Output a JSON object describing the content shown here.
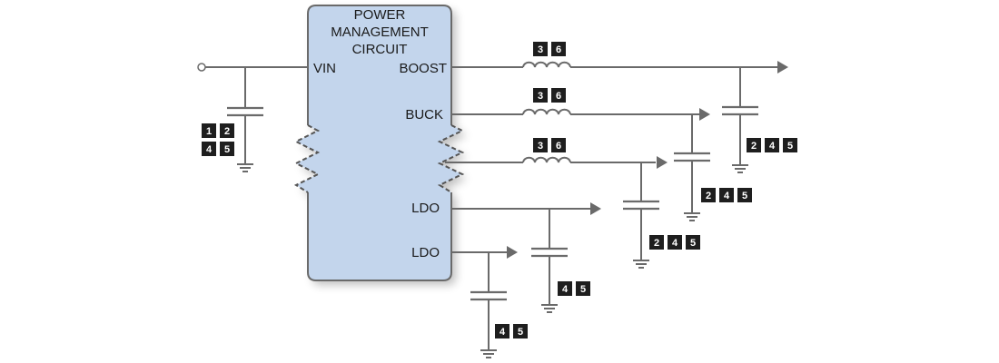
{
  "diagram": {
    "block": {
      "title_lines": [
        "POWER",
        "MANAGEMENT",
        "CIRCUIT"
      ],
      "fill_color": "#c3d5ec",
      "border_color": "#6a6a6a",
      "pins": {
        "vin": "VIN",
        "boost": "BOOST",
        "buck": "BUCK",
        "ldo1": "LDO",
        "ldo2": "LDO"
      }
    },
    "inductor_badges": {
      "boost": [
        "3",
        "6"
      ],
      "buck": [
        "3",
        "6"
      ],
      "buck2": [
        "3",
        "6"
      ]
    },
    "capacitor_badges": {
      "input": [
        "1",
        "2",
        "4",
        "5"
      ],
      "boost_out": [
        "2",
        "4",
        "5"
      ],
      "buck_out": [
        "2",
        "4",
        "5"
      ],
      "buck2_out": [
        "2",
        "4",
        "5"
      ],
      "ldo1_out": [
        "4",
        "5"
      ],
      "ldo2_out": [
        "4",
        "5"
      ]
    },
    "wire_color": "#6a6a6a",
    "badge_color": "#1e1e1e"
  }
}
